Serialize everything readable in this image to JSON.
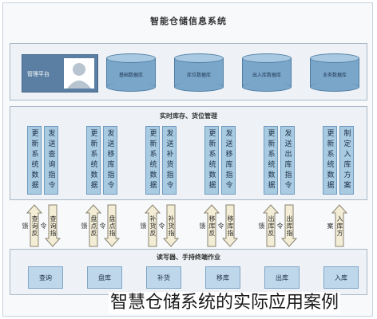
{
  "diagram": {
    "title": "智能仓储信息系统",
    "top_panel": {
      "controller_label": "管理平台",
      "databases": [
        "基础数据库",
        "库位数据库",
        "出入库数据库",
        "业务数据库"
      ]
    },
    "middle_panel": {
      "label": "实时库存、货位管理",
      "columns": [
        "更新系统数据",
        "发送查询指令",
        "更新系统数据",
        "发送移库指令",
        "更新系统数据",
        "发送补货指令",
        "更新系统数据",
        "发送移库指令",
        "更新系统数据",
        "发送出库指令",
        "更新系统数据",
        "制定入库方案"
      ]
    },
    "arrows": [
      "查询反馈",
      "查询指令",
      "盘点反馈",
      "盘点指令",
      "补货反馈",
      "补货指令",
      "移库反馈",
      "移库指令",
      "出库反馈",
      "出库指令",
      "入库方案"
    ],
    "bottom_panel": {
      "label": "读写器、手持终端作业",
      "operations": [
        "查询",
        "盘库",
        "补货",
        "移库",
        "出库",
        "入库"
      ]
    }
  },
  "caption": "智慧仓储系统的实际应用案例"
}
